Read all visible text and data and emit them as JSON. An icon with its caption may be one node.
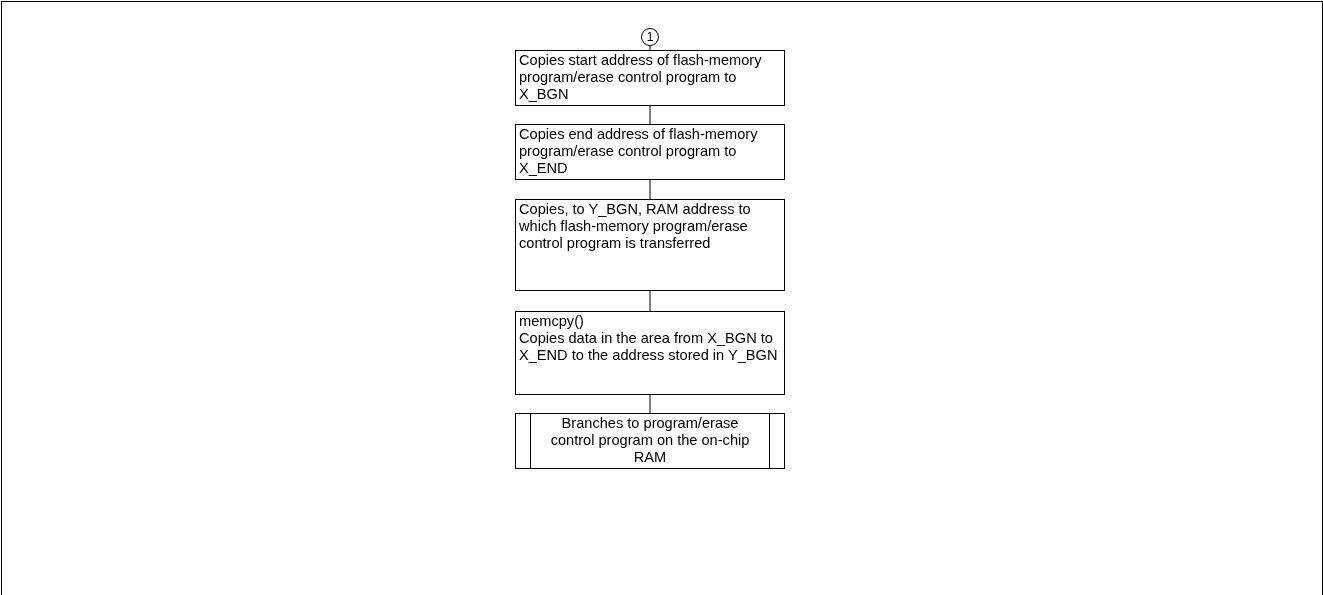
{
  "diagram": {
    "nodes": [
      {
        "text": [
          "1"
        ]
      },
      {
        "text": [
          "Copies start address of flash-memory program/erase control program to X_BGN"
        ]
      },
      {
        "text": [
          "Copies end address of flash-memory program/erase control program to X_END"
        ]
      },
      {
        "text": [
          "Copies, to Y_BGN, RAM address to which flash-memory program/erase control program is transferred"
        ]
      },
      {
        "text": [
          "memcpy()",
          "Copies data in the area from X_BGN to X_END to the address stored in Y_BGN"
        ]
      },
      {
        "text": [
          "Branches to program/erase control program on the on-chip RAM"
        ]
      }
    ],
    "edges": [
      {
        "from": 0,
        "to": 1,
        "arrow": "none"
      },
      {
        "from": 1,
        "to": 2,
        "arrow": "none"
      },
      {
        "from": 2,
        "to": 3,
        "arrow": "none"
      },
      {
        "from": 3,
        "to": 4,
        "arrow": "none"
      },
      {
        "from": 4,
        "to": 5,
        "arrow": "none"
      }
    ]
  }
}
